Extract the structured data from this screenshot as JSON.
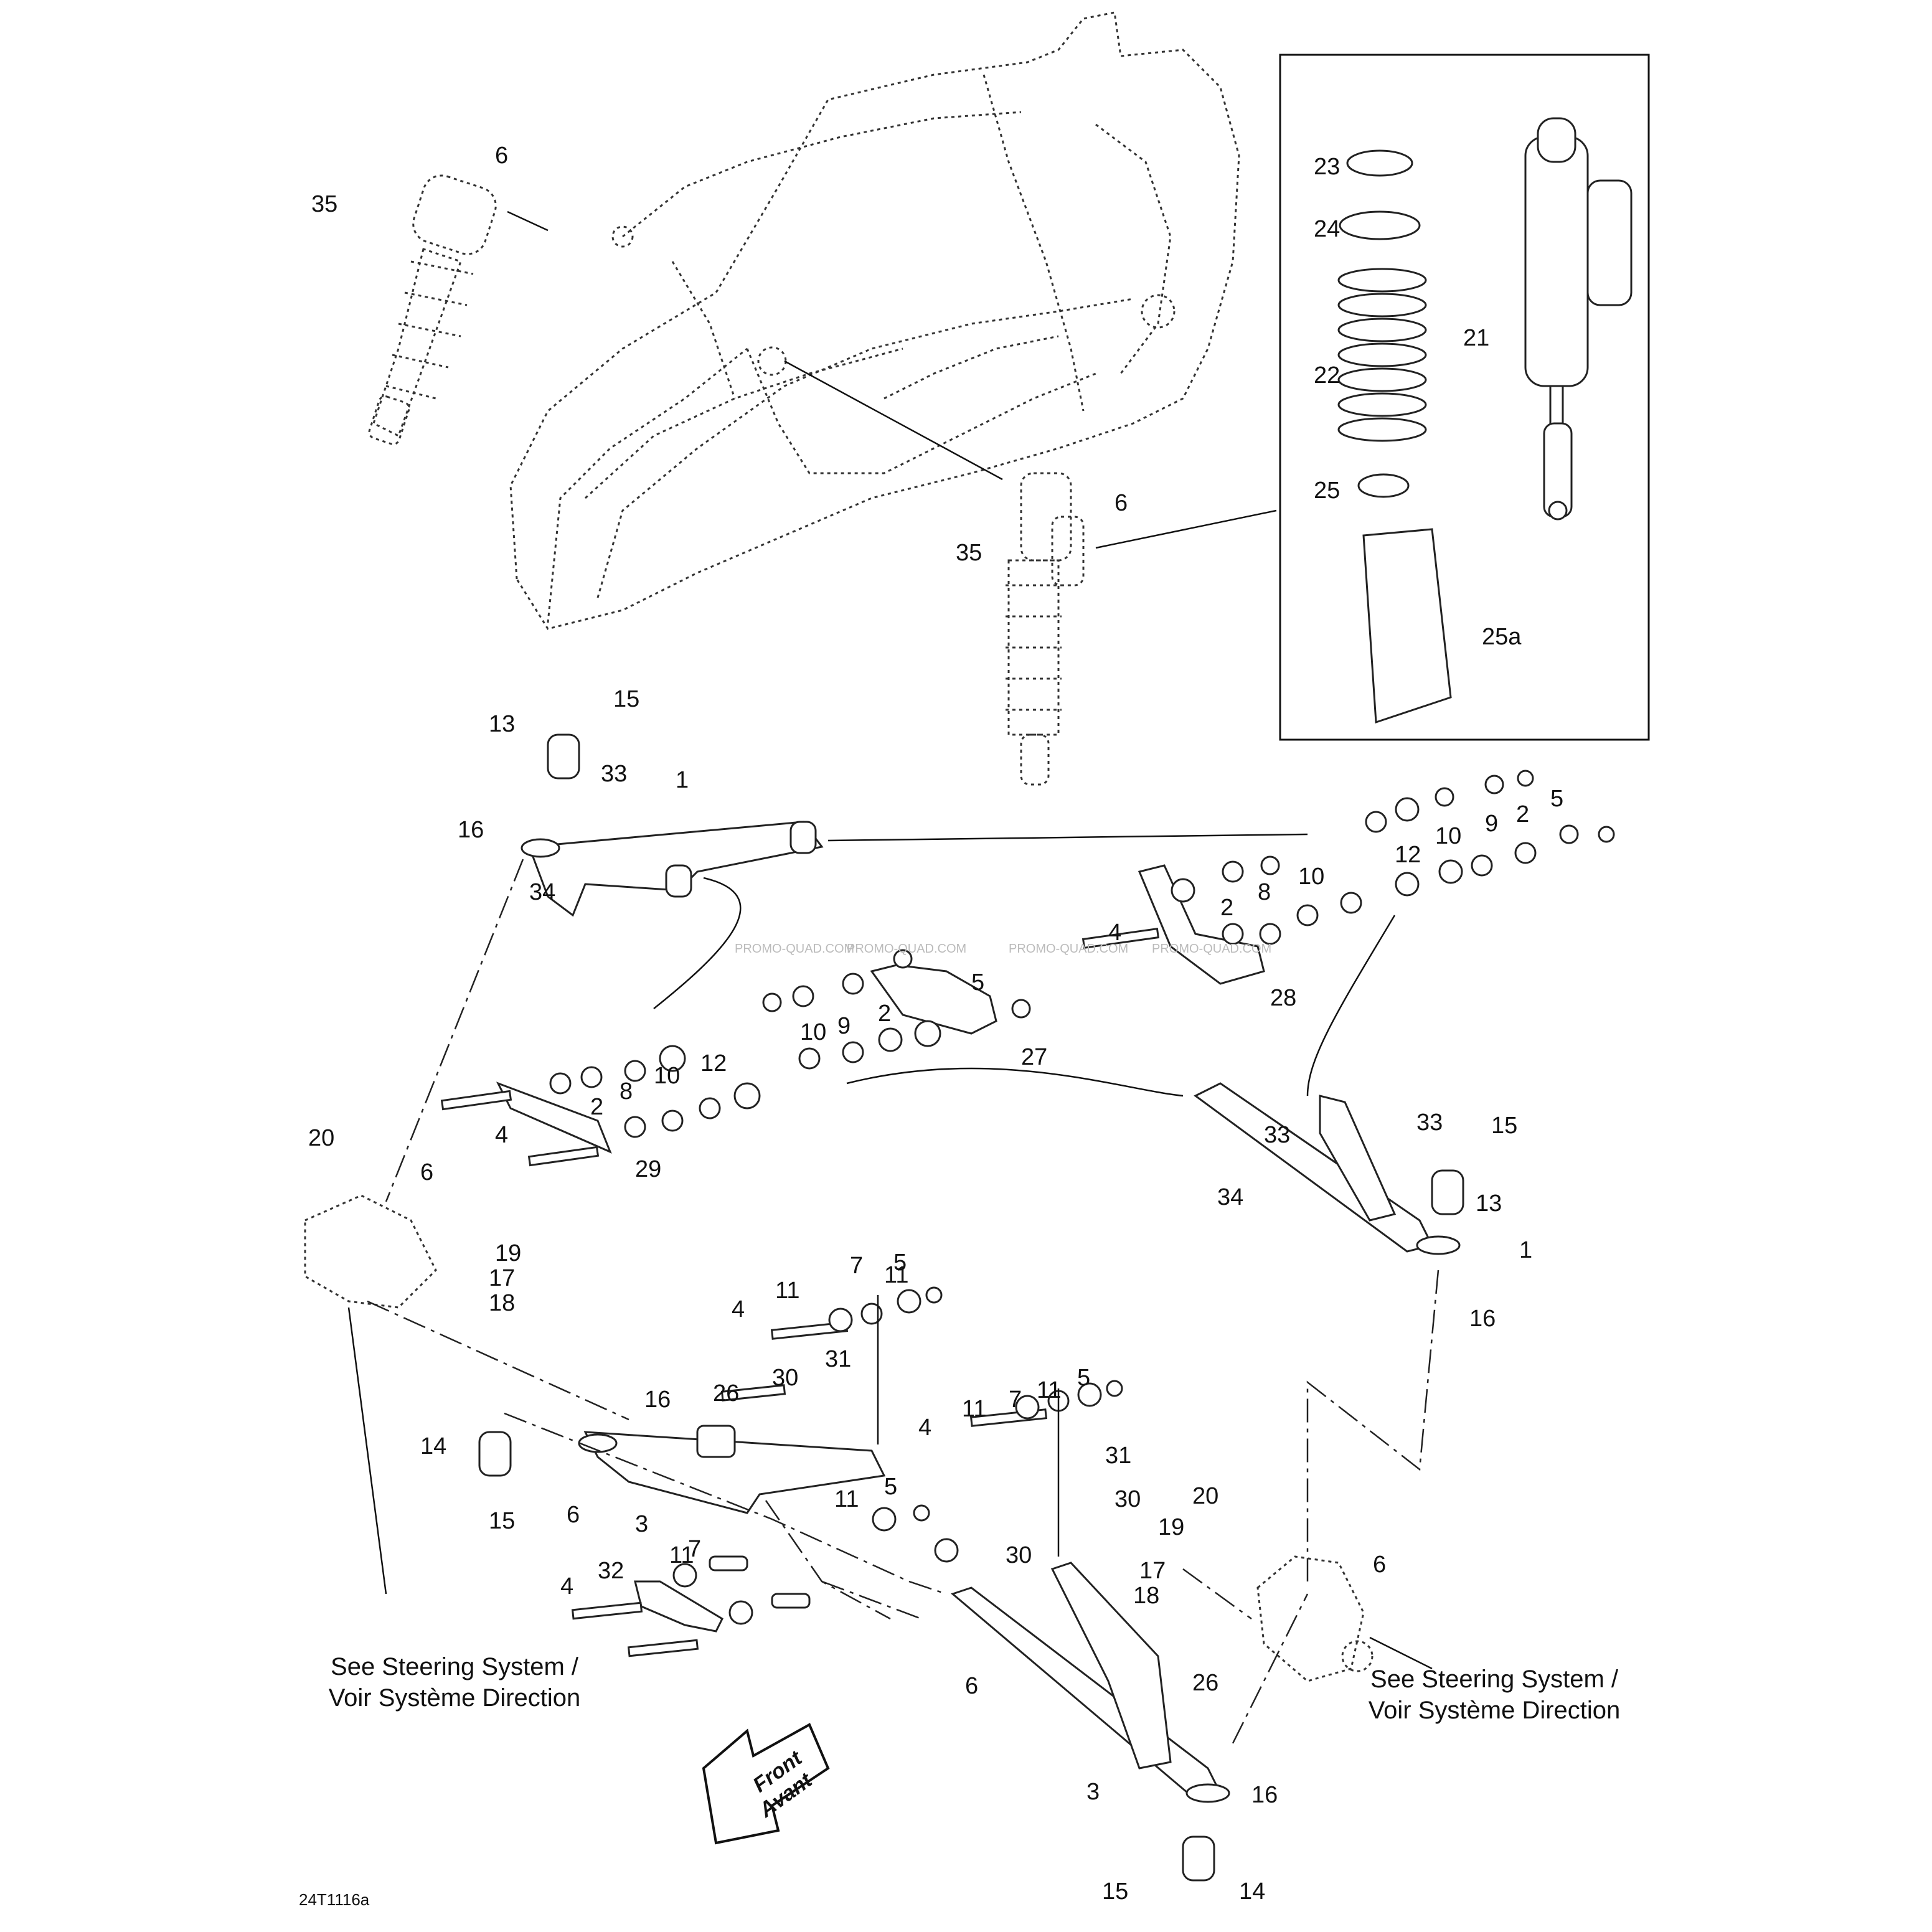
{
  "diagram": {
    "image_code": "24T1116a",
    "watermark": "PROMO-QUAD.COM",
    "front_arrow": {
      "line1": "Front",
      "line2": "Avant"
    },
    "see_steering_left": {
      "line1": "See Steering System /",
      "line2": "Voir Système Direction"
    },
    "see_steering_right": {
      "line1": "See Steering System /",
      "line2": "Voir Système Direction"
    },
    "callouts": {
      "c6_top": "6",
      "c35_top": "35",
      "c6_mid": "6",
      "c35_mid": "35",
      "c23": "23",
      "c24": "24",
      "c22": "22",
      "c21": "21",
      "c25": "25",
      "c25a": "25a",
      "c15_a": "15",
      "c13_a": "13",
      "c33_a": "33",
      "c1_a": "1",
      "c16_a": "16",
      "c34_a": "34",
      "c5_r1": "5",
      "c2_r1": "2",
      "c9_r1": "9",
      "c10_r1": "10",
      "c12_r1": "12",
      "c10_r2": "10",
      "c8_r2": "8",
      "c2_r2": "2",
      "c4_r2": "4",
      "c28": "28",
      "c5_m1": "5",
      "c2_m1": "2",
      "c9_m1": "9",
      "c10_m1": "10",
      "c27": "27",
      "c12_m2": "12",
      "c10_m2": "10",
      "c8_m2": "8",
      "c2_m2": "2",
      "c4_m2": "4",
      "c29": "29",
      "c33_b": "33",
      "c33_c": "33",
      "c15_b": "15",
      "c34_b": "34",
      "c13_b": "13",
      "c1_b": "1",
      "c16_b": "16",
      "c20_l": "20",
      "c6_l": "6",
      "c19_l": "19",
      "c17_l": "17",
      "c18_l": "18",
      "c7_a": "7",
      "c11_a": "11",
      "c11_b": "11",
      "c5_a": "5",
      "c4_a": "4",
      "c31_a": "31",
      "c30_a": "30",
      "c26_a": "26",
      "c16_c": "16",
      "c14_a": "14",
      "c15_c": "15",
      "c6_b": "6",
      "c3_a": "3",
      "c5_b": "5",
      "c11_c": "11",
      "c11_d": "11",
      "c7_b": "7",
      "c11_e": "11",
      "c5_c": "5",
      "c4_b": "4",
      "c31_b": "31",
      "c30_b": "30",
      "c30_c": "30",
      "c32": "32",
      "c11_f": "11",
      "c7_c": "7",
      "c4_c": "4",
      "c20_r": "20",
      "c19_r": "19",
      "c17_r": "17",
      "c18_r": "18",
      "c6_r": "6",
      "c26_b": "26",
      "c6_c": "6",
      "c3_b": "3",
      "c16_d": "16",
      "c15_d": "15",
      "c14_b": "14"
    }
  }
}
